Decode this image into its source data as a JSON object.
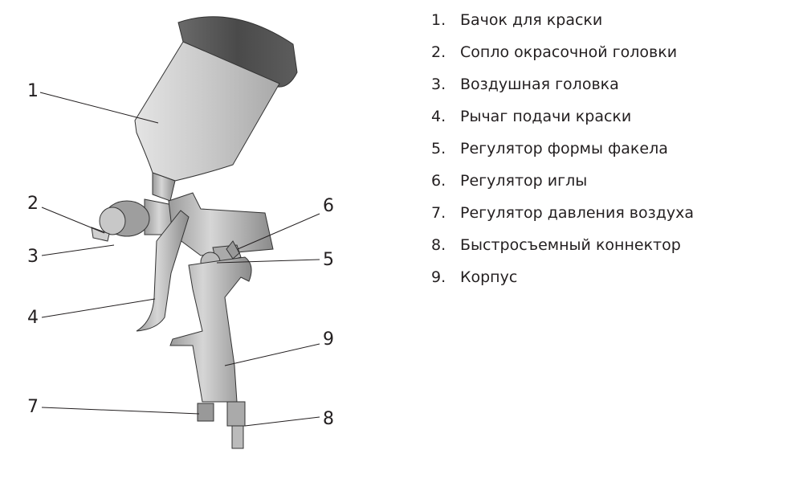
{
  "callouts": [
    "1",
    "2",
    "3",
    "4",
    "5",
    "6",
    "7",
    "8",
    "9"
  ],
  "legend": [
    {
      "num": "1.",
      "label": "Бачок для краски"
    },
    {
      "num": "2.",
      "label": "Сопло окрасочной головки"
    },
    {
      "num": "3.",
      "label": "Воздушная головка"
    },
    {
      "num": "4.",
      "label": "Рычаг подачи краски"
    },
    {
      "num": "5.",
      "label": "Регулятор формы факела"
    },
    {
      "num": "6.",
      "label": "Регулятор иглы"
    },
    {
      "num": "7.",
      "label": "Регулятор давления воздуха"
    },
    {
      "num": "8.",
      "label": "Быстросъемный коннектор"
    },
    {
      "num": "9.",
      "label": "Корпус"
    }
  ]
}
